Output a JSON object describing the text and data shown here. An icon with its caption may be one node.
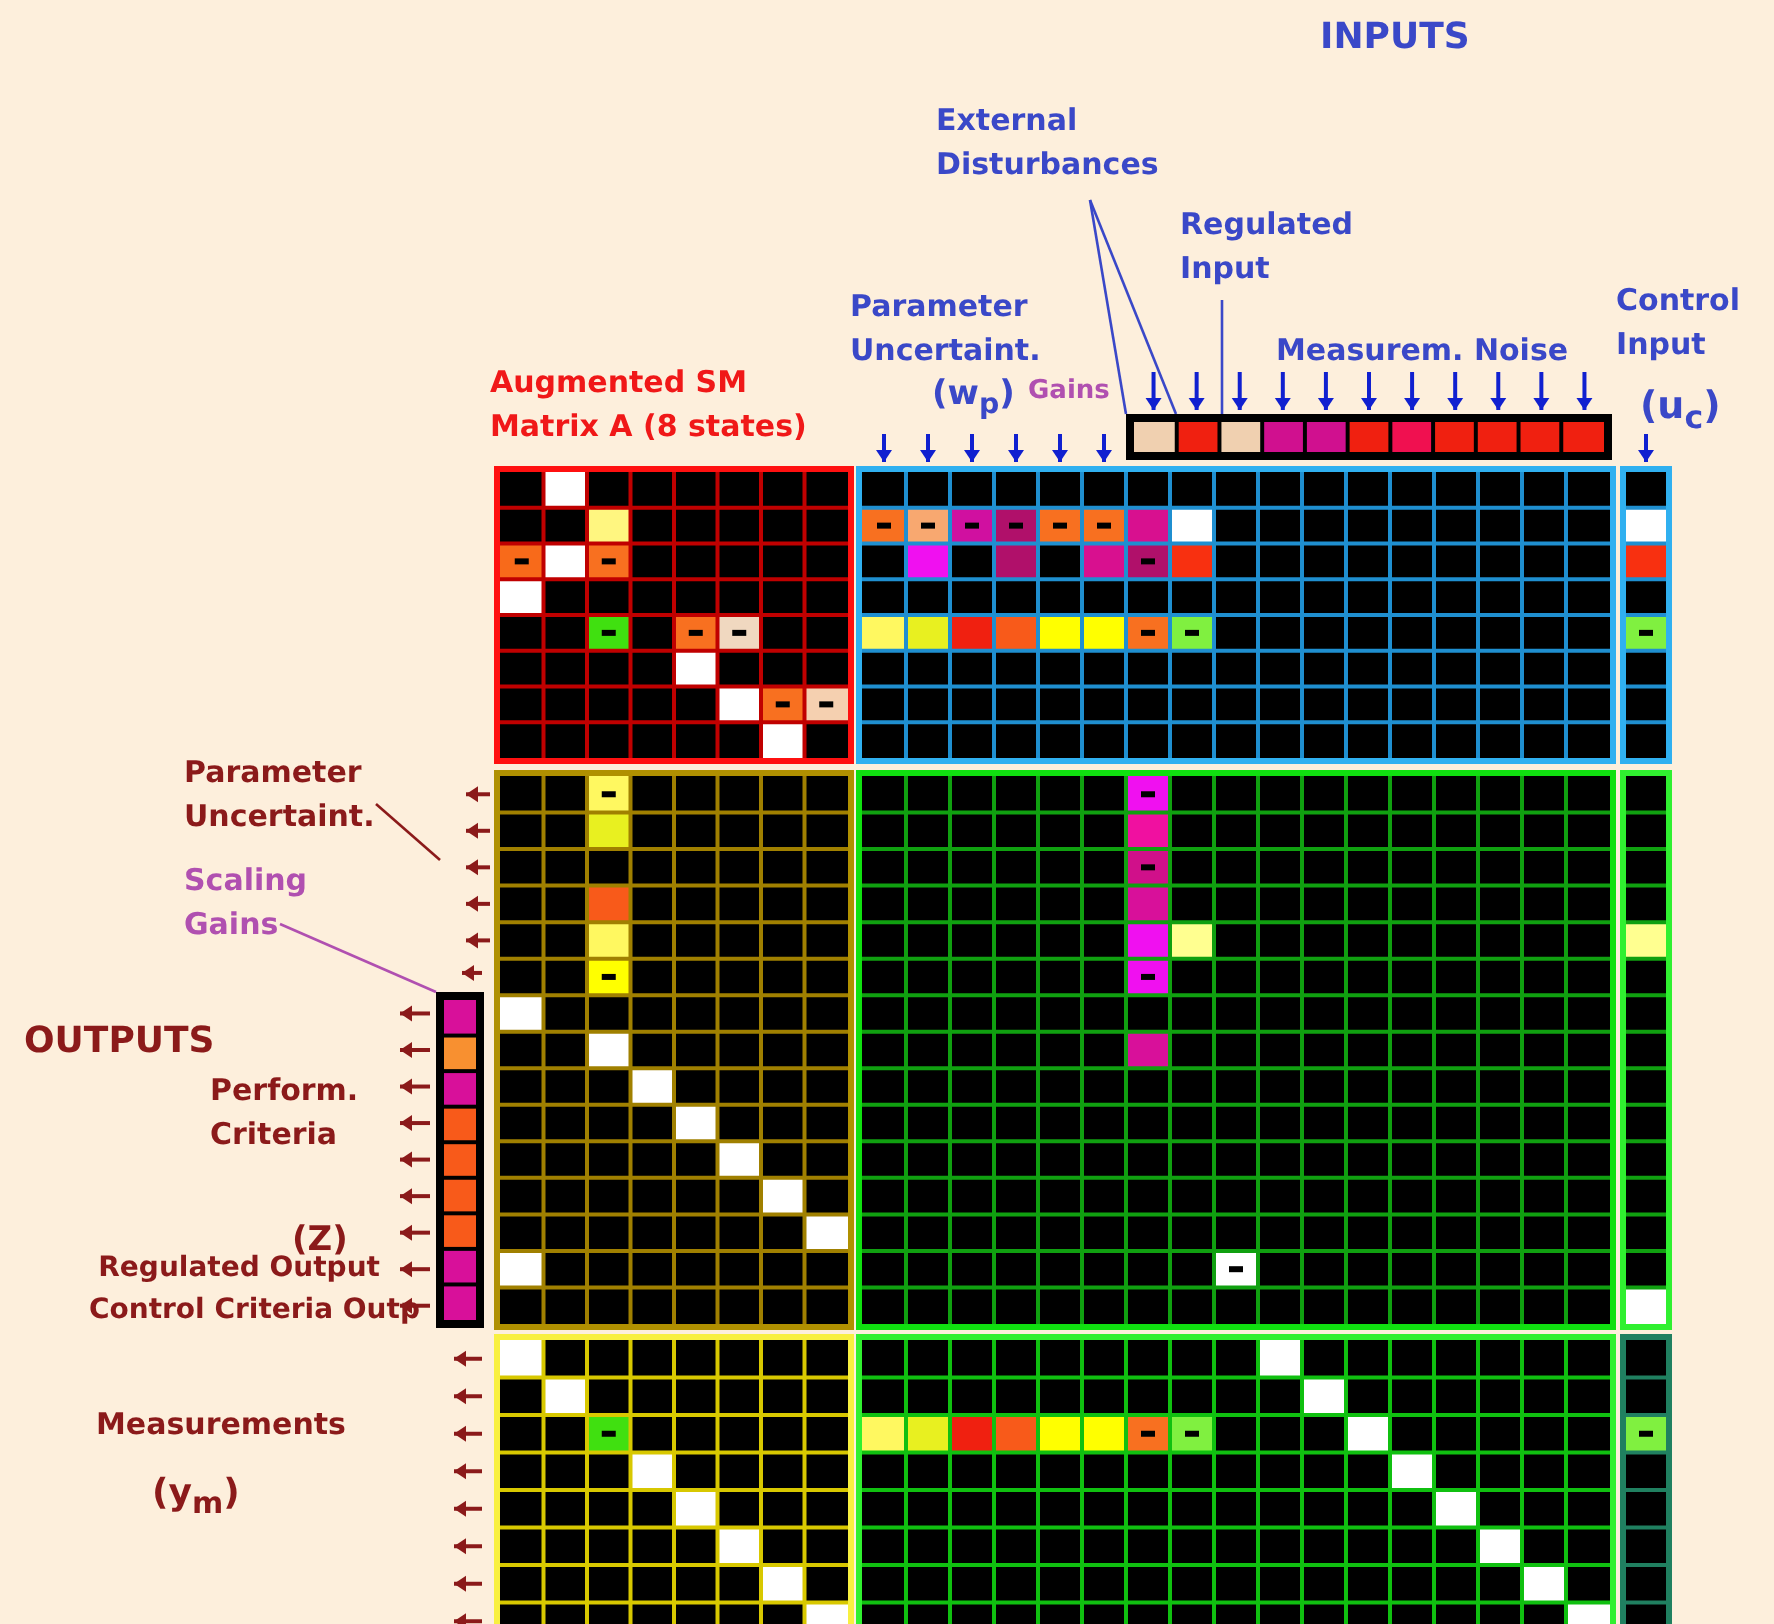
{
  "diagram": {
    "nodes": [
      {
        "text": [
          "Augmented SM Matrix A (8 states)"
        ]
      },
      {
        "text": [],
        "shape": "box"
      },
      {
        "text": [],
        "shape": "box"
      },
      {
        "text": [],
        "shape": "box"
      },
      {
        "text": [],
        "shape": "box"
      },
      {
        "text": [],
        "shape": "box"
      },
      {
        "text": [],
        "shape": "box"
      },
      {
        "text": [],
        "shape": "box"
      },
      {
        "text": [],
        "shape": "box"
      },
      {
        "text": [],
        "shape": "bar"
      },
      {
        "text": [],
        "shape": "bar"
      },
      {
        "text": [
          "External Disturbances"
        ]
      },
      {
        "text": [
          "Regulated Input"
        ]
      },
      {
        "text": [
          "Parameter Uncertaint."
        ]
      },
      {
        "text": [
          "Scaling Gains"
        ]
      }
    ],
    "edges": [
      {
        "from": 11,
        "to": 9,
        "arrow": "none"
      },
      {
        "from": 11,
        "to": 9,
        "arrow": "none"
      },
      {
        "from": 12,
        "to": 9,
        "arrow": "none"
      },
      {
        "from": 13,
        "to": null,
        "arrow": "none",
        "color": "#8b1a1a"
      },
      {
        "from": 14,
        "to": 10,
        "arrow": "none",
        "color": "#b050b0"
      }
    ],
    "labels": [
      "INPUTS",
      "Parameter Uncertaint.",
      "(w$_{p}$)",
      "Gains",
      "Measurem. Noise",
      "Control Input",
      "(u$_{c}$)",
      "OUTPUTS",
      "Perform. Criteria",
      "(Z)",
      "Regulated Output",
      "Control Criteria Outp",
      "Measurements",
      "(y$_{m}$)"
    ]
  }
}
